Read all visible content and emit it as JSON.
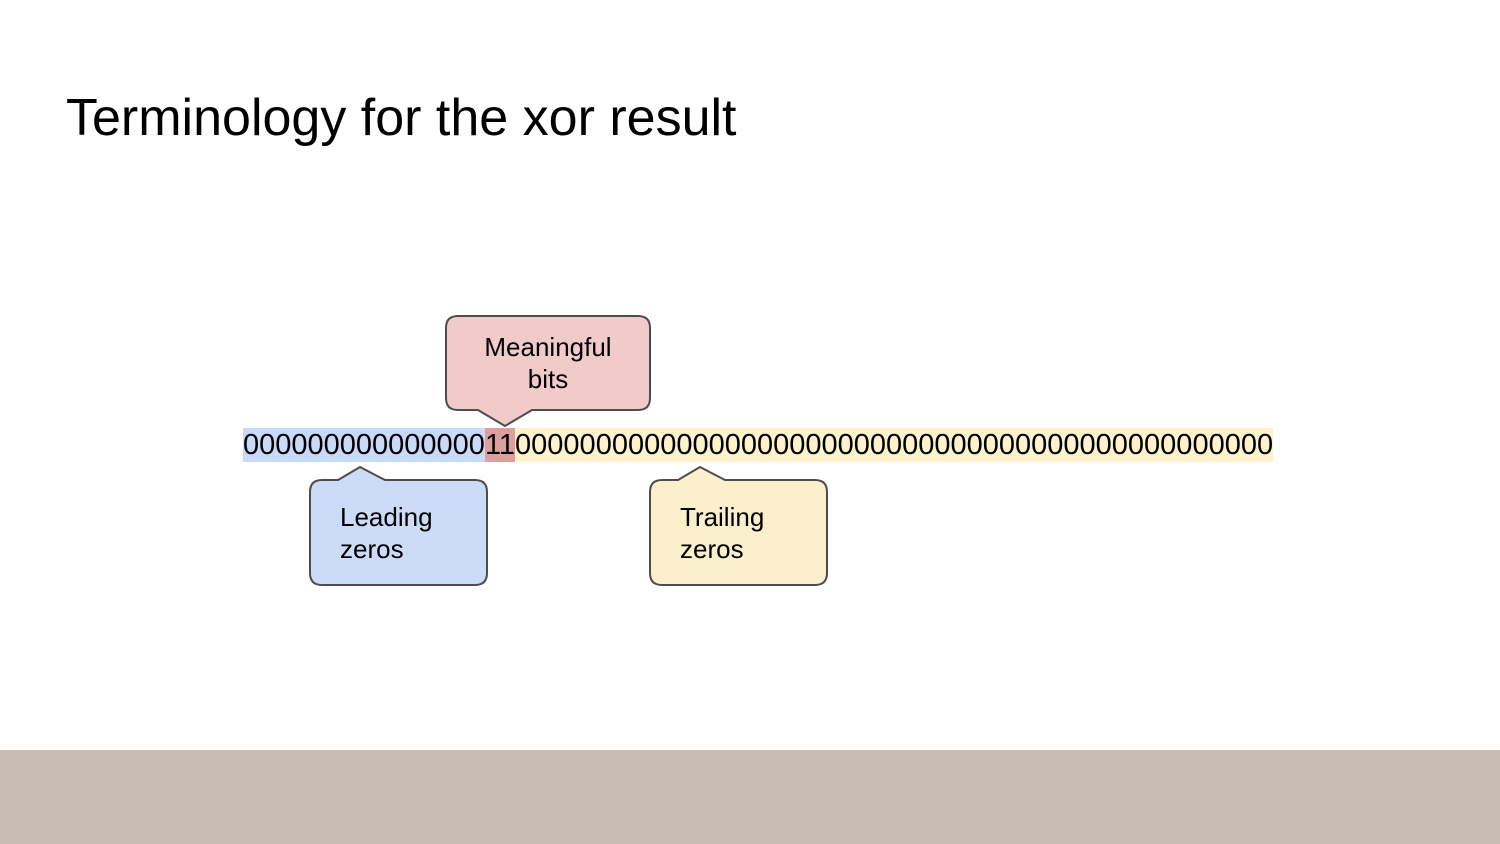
{
  "slide": {
    "title": "Terminology for the xor result"
  },
  "bitstring": {
    "leading_zeros": "000000000000000",
    "meaningful_bits": "11",
    "trailing_zeros": "00000000000000000000000000000000000000000000000"
  },
  "callouts": {
    "meaningful": {
      "lines": [
        "Meaningful",
        "bits"
      ]
    },
    "leading": {
      "lines": [
        "Leading",
        "zeros"
      ]
    },
    "trailing": {
      "lines": [
        "Trailing",
        "zeros"
      ]
    }
  },
  "colors": {
    "highlight_blue": "#c9daf8",
    "highlight_red": "#dd9e9e",
    "highlight_yellow": "#fdf2cc",
    "callout_red": "#f1caca",
    "callout_blue": "#cbdbf8",
    "callout_yellow": "#fbf0cb",
    "border_gray": "#4d4d4d",
    "bottom_bar": "#c7bdb4"
  }
}
